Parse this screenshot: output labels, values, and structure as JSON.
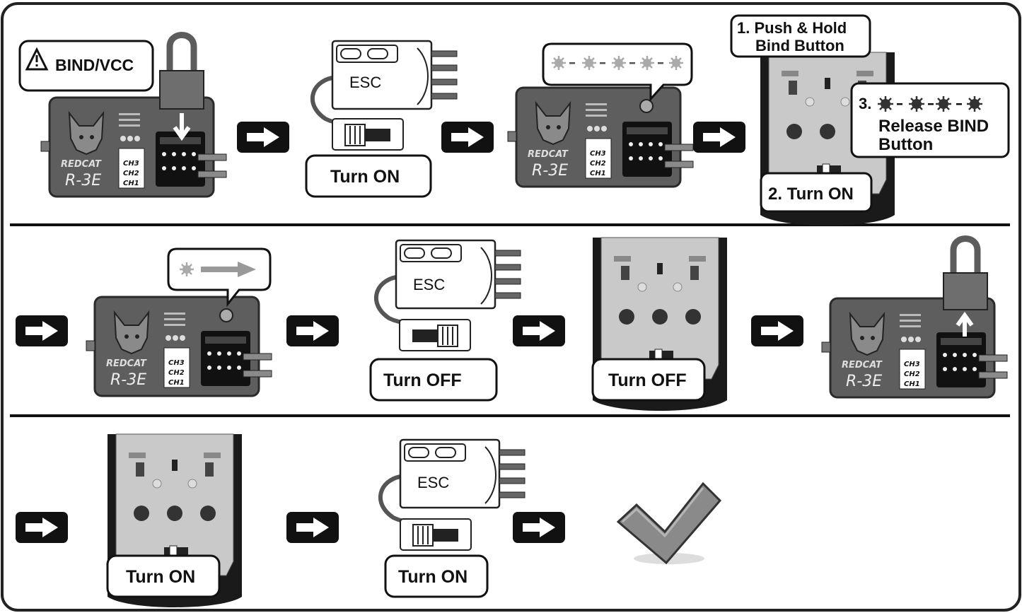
{
  "labels": {
    "bind_vcc": "BIND/VCC",
    "esc": "ESC",
    "turn_on": "Turn ON",
    "turn_off": "Turn OFF",
    "push_hold_1": "1. Push & Hold",
    "push_hold_2": "Bind Button",
    "turn_on_numbered": "2. Turn ON",
    "release_num": "3.",
    "release_1": "Release BIND",
    "release_2": "Button"
  },
  "receiver": {
    "brand": "REDCAT",
    "model": "R-3E",
    "channels": [
      "CH3",
      "CH2",
      "CH1"
    ]
  },
  "icons": {
    "warning": "warning-triangle-icon",
    "arrow": "right-arrow-icon",
    "check": "checkmark-icon",
    "led": "led-blink-icon"
  },
  "colors": {
    "frame": "#222222",
    "receiver_body": "#5a5a5a",
    "bind_plug": "#6e6e6e",
    "label_border": "#111111",
    "check_fill": "#8a8a8a"
  }
}
